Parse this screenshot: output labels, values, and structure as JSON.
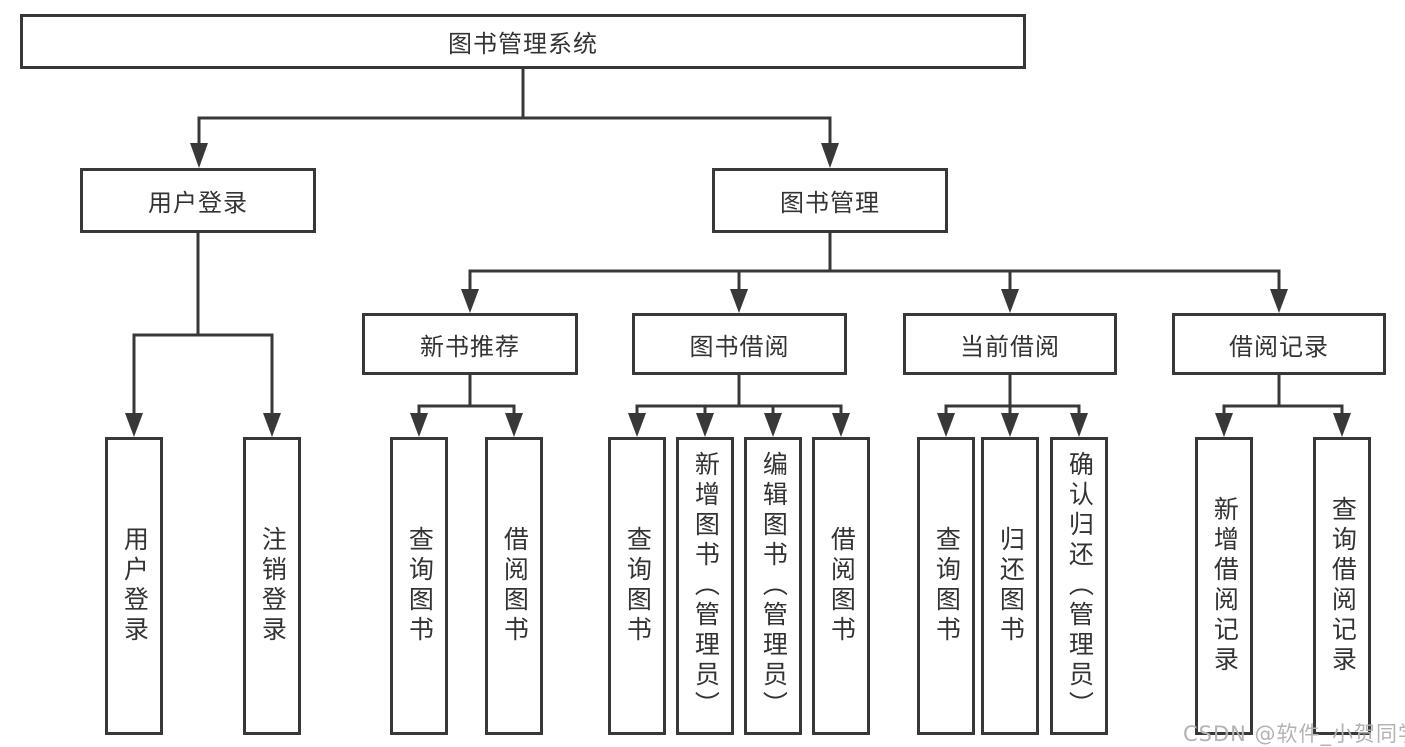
{
  "diagram": {
    "type": "hierarchy-tree",
    "root": "图书管理系统",
    "level2": [
      "用户登录",
      "图书管理"
    ],
    "level3": [
      "新书推荐",
      "图书借阅",
      "当前借阅",
      "借阅记录"
    ],
    "leaves": {
      "user_login": [
        "用户登录",
        "注销登录"
      ],
      "new_book_recommend": [
        "查询图书",
        "借阅图书"
      ],
      "book_borrow": [
        "查询图书",
        "新增图书（管理员）",
        "编辑图书（管理员）",
        "借阅图书"
      ],
      "current_borrow": [
        "查询图书",
        "归还图书",
        "确认归还（管理员）"
      ],
      "borrow_record": [
        "新增借阅记录",
        "查询借阅记录"
      ]
    },
    "structure": [
      {
        "parent": "图书管理系统",
        "children": [
          "用户登录",
          "图书管理"
        ]
      },
      {
        "parent": "用户登录",
        "children": [
          "用户登录",
          "注销登录"
        ]
      },
      {
        "parent": "图书管理",
        "children": [
          "新书推荐",
          "图书借阅",
          "当前借阅",
          "借阅记录"
        ]
      },
      {
        "parent": "新书推荐",
        "children": [
          "查询图书",
          "借阅图书"
        ]
      },
      {
        "parent": "图书借阅",
        "children": [
          "查询图书",
          "新增图书（管理员）",
          "编辑图书（管理员）",
          "借阅图书"
        ]
      },
      {
        "parent": "当前借阅",
        "children": [
          "查询图书",
          "归还图书",
          "确认归还（管理员）"
        ]
      },
      {
        "parent": "借阅记录",
        "children": [
          "新增借阅记录",
          "查询借阅记录"
        ]
      }
    ]
  },
  "watermark": "CSDN @软件_小贺同学",
  "colors": {
    "line": "#383838",
    "border": "#383838",
    "text": "#333333",
    "watermark": "#b3b3b3",
    "background": "#ffffff"
  }
}
